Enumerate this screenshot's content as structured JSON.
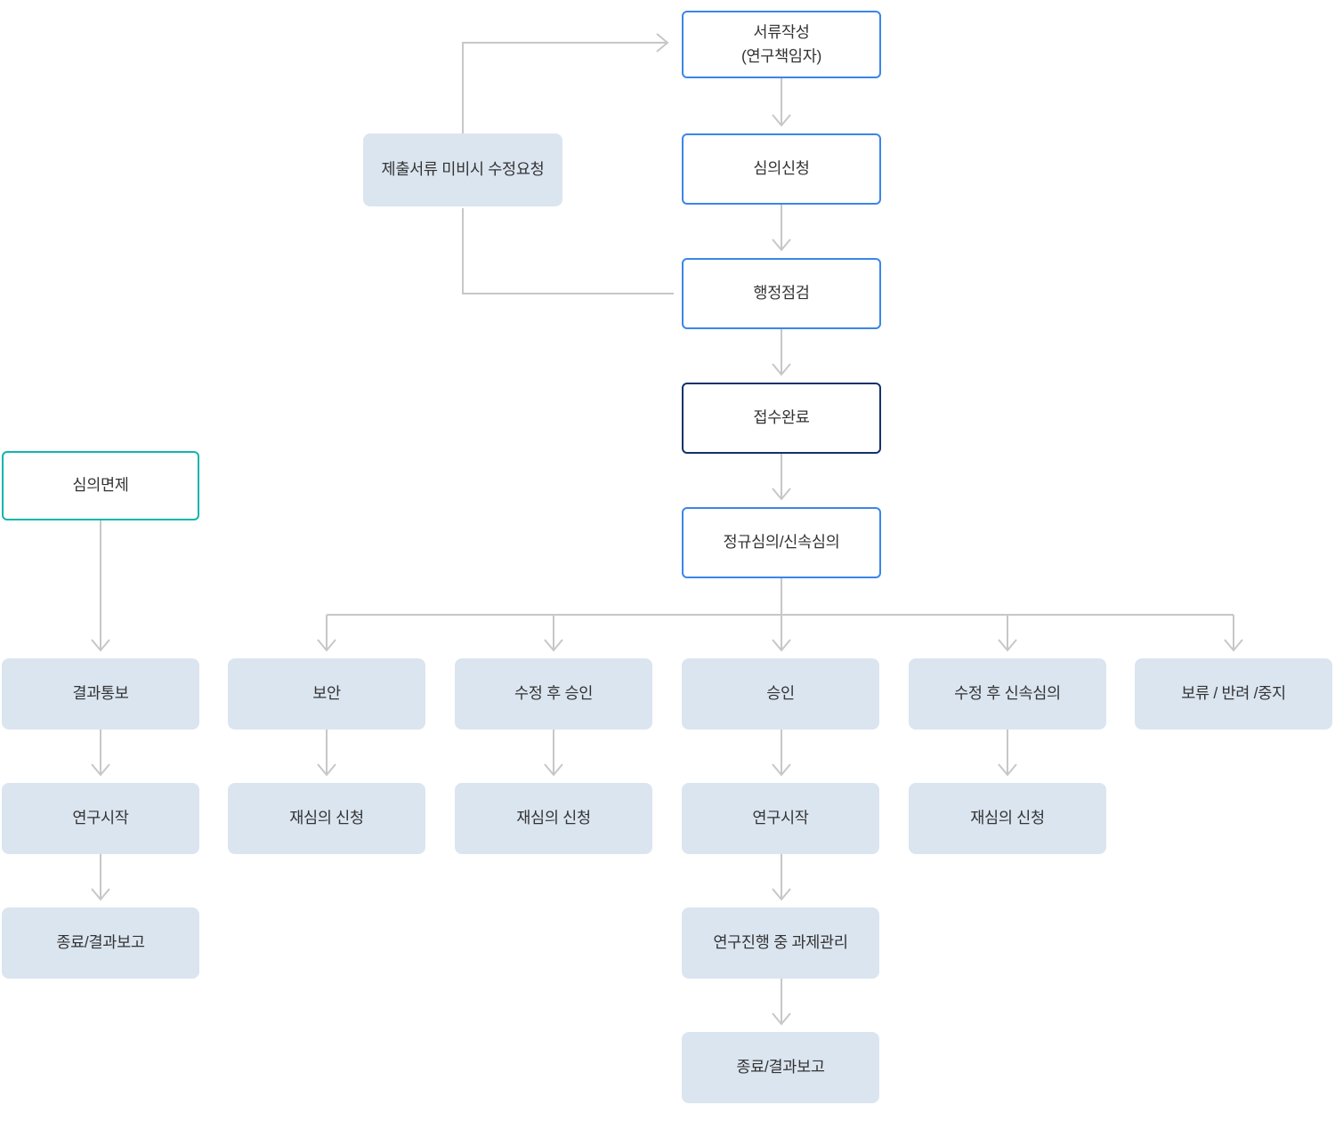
{
  "nodes": {
    "doc_write": {
      "label": "서류작성\n(연구책임자)"
    },
    "review_request": {
      "label": "심의신청"
    },
    "admin_check": {
      "label": "행정점검"
    },
    "receipt_complete": {
      "label": "접수완료"
    },
    "regular_expedited": {
      "label": "정규심의/신속심의"
    },
    "resubmit_request": {
      "label": "제출서류 미비시 수정요청"
    },
    "review_exempt": {
      "label": "심의면제"
    },
    "result_notice": {
      "label": "결과통보"
    },
    "supplement": {
      "label": "보안"
    },
    "approval_after_revision": {
      "label": "수정 후 승인"
    },
    "approval": {
      "label": "승인"
    },
    "expedited_after_revision": {
      "label": "수정 후 신속심의"
    },
    "hold_reject_stop": {
      "label": "보류 / 반려 /중지"
    },
    "start_research_1": {
      "label": "연구시작"
    },
    "rereview_1": {
      "label": "재심의 신청"
    },
    "rereview_2": {
      "label": "재심의 신청"
    },
    "start_research_2": {
      "label": "연구시작"
    },
    "rereview_3": {
      "label": "재심의 신청"
    },
    "end_report_1": {
      "label": "종료/결과보고"
    },
    "task_mgmt": {
      "label": "연구진행 중 과제관리"
    },
    "end_report_2": {
      "label": "종료/결과보고"
    }
  },
  "edges": [
    [
      "doc_write",
      "review_request"
    ],
    [
      "review_request",
      "admin_check"
    ],
    [
      "admin_check",
      "resubmit_request"
    ],
    [
      "resubmit_request",
      "doc_write"
    ],
    [
      "admin_check",
      "receipt_complete"
    ],
    [
      "receipt_complete",
      "regular_expedited"
    ],
    [
      "regular_expedited",
      "supplement"
    ],
    [
      "regular_expedited",
      "approval_after_revision"
    ],
    [
      "regular_expedited",
      "approval"
    ],
    [
      "regular_expedited",
      "expedited_after_revision"
    ],
    [
      "regular_expedited",
      "hold_reject_stop"
    ],
    [
      "review_exempt",
      "result_notice"
    ],
    [
      "result_notice",
      "start_research_1"
    ],
    [
      "start_research_1",
      "end_report_1"
    ],
    [
      "supplement",
      "rereview_1"
    ],
    [
      "approval_after_revision",
      "rereview_2"
    ],
    [
      "approval",
      "start_research_2"
    ],
    [
      "start_research_2",
      "task_mgmt"
    ],
    [
      "task_mgmt",
      "end_report_2"
    ],
    [
      "expedited_after_revision",
      "rereview_3"
    ]
  ],
  "colors": {
    "outline_blue": "#3a86e8",
    "outline_navy": "#14316a",
    "outline_teal": "#0fb5ae",
    "box_fill_light": "#dbe5f0",
    "connector_gray": "#c7c7c7",
    "text": "#333333"
  }
}
